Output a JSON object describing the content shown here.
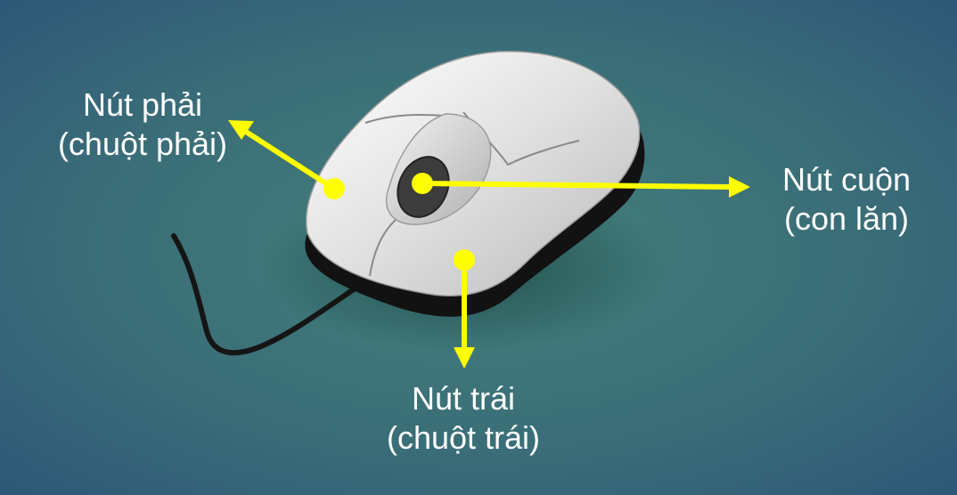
{
  "colors": {
    "background_center": "#41787a",
    "background_edge": "#2f5a7c",
    "arrow": "#ffff00",
    "mouse_body": "#e8e8e8",
    "mouse_base": "#111111",
    "cable": "#151515",
    "label_text": "#ffffff"
  },
  "labels": {
    "right_button": {
      "line1": "Nút phải",
      "line2": "(chuột phải)"
    },
    "scroll_wheel": {
      "line1": "Nút cuộn",
      "line2": "(con lăn)"
    },
    "left_button": {
      "line1": "Nút trái",
      "line2": "(chuột trái)"
    }
  }
}
